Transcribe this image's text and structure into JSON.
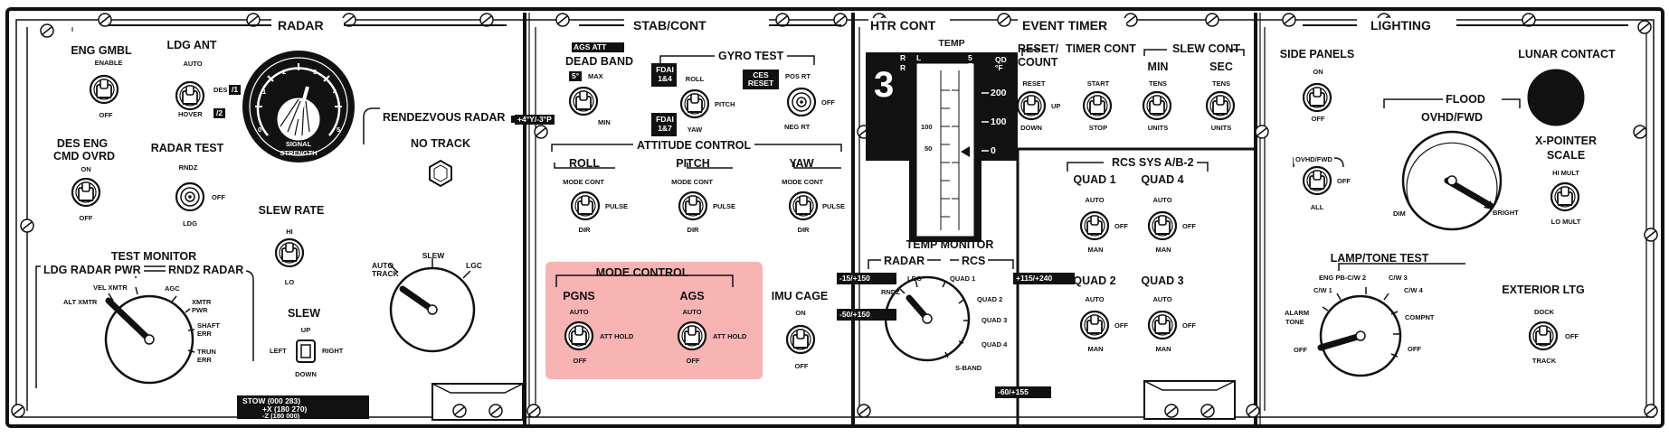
{
  "sections": {
    "radar": "RADAR",
    "stab_cont": "STAB/CONT",
    "htr_cont": "HTR CONT",
    "event_timer": "EVENT TIMER",
    "lighting": "LIGHTING"
  },
  "radar": {
    "eng_gmbl": "ENG GMBL",
    "enable": "ENABLE",
    "off": "OFF",
    "ldg_ant": "LDG ANT",
    "auto": "AUTO",
    "des": "DES",
    "des_num": "/1",
    "hover": "HOVER",
    "hover_num": "/2",
    "des_eng": "DES ENG",
    "cmd_ovrd": "CMD OVRD",
    "on": "ON",
    "radar_test": "RADAR TEST",
    "rndz": "RNDZ",
    "ldg": "LDG",
    "signal": "SIGNAL",
    "strength": "STRENGTH",
    "dial_ticks": [
      "0",
      "1",
      "2",
      "3",
      "4",
      "5"
    ],
    "rendezvous_radar": "RENDEZVOUS RADAR",
    "no_track": "NO TRACK",
    "angle_tag": "+4°Y/-3°P",
    "slew_rate": "SLEW RATE",
    "hi": "HI",
    "lo": "LO",
    "slew": "SLEW",
    "up": "UP",
    "down": "DOWN",
    "left": "LEFT",
    "right": "RIGHT",
    "slew_knob": "SLEW",
    "auto_track": "AUTO TRACK",
    "lgc": "LGC",
    "test_monitor": "TEST MONITOR",
    "ldg_radar_pwr": "LDG RADAR PWR",
    "rndz_radar": "RNDZ RADAR",
    "vel_xmtr": "VEL XMTR",
    "alt_xmtr": "ALT XMTR",
    "agc": "AGC",
    "xmtr_pwr": "XMTR PWR",
    "shaft_err": "SHAFT ERR",
    "trun_err": "TRUN ERR",
    "stow": [
      "STOW (000 283)",
      "+X (180 270)",
      "-Z (180 000)"
    ]
  },
  "stab": {
    "ags_att": "AGS ATT",
    "dead_band": "DEAD BAND",
    "deg5": "5°",
    "max": "MAX",
    "min": "MIN",
    "fdai_top": "FDAI 1&4",
    "fdai_bot": "FDAI 1&7",
    "gyro_test": "GYRO TEST",
    "roll": "ROLL",
    "pitch": "PITCH",
    "yaw": "YAW",
    "ces_reset": "CES RESET",
    "pos_rt": "POS RT",
    "neg_rt": "NEG RT",
    "off": "OFF",
    "attitude_control": "ATTITUDE CONTROL",
    "mode_cont": "MODE CONT",
    "pulse": "PULSE",
    "dir": "DIR",
    "mode_control": "MODE CONTROL",
    "pgns": "PGNS",
    "ags": "AGS",
    "auto": "AUTO",
    "att_hold": "ATT HOLD",
    "imu_cage": "IMU CAGE",
    "on": "ON"
  },
  "htr": {
    "temp": "TEMP",
    "gauge_num": "3",
    "r1": "R",
    "r2": "R",
    "l": "L",
    "scale": [
      "200",
      "100",
      "0"
    ],
    "qd": "QD °F",
    "inner": [
      "100",
      "50"
    ],
    "temp_monitor": "TEMP MONITOR",
    "radar": "RADAR",
    "rcs": "RCS",
    "ldg": "LDG",
    "rndz": "RNDZ",
    "quad1": "QUAD 1",
    "quad2": "QUAD 2",
    "quad3": "QUAD 3",
    "quad4": "QUAD 4",
    "s_band": "S-BAND",
    "tag_a": "-15/+150",
    "tag_b": "-50/+150",
    "tag_c": "+115/+240",
    "tag_d": "-60/+155"
  },
  "timer": {
    "reset_count": [
      "RESET/",
      "COUNT"
    ],
    "timer_cont": "TIMER CONT",
    "slew_cont": "SLEW CONT",
    "min": "MIN",
    "sec": "SEC",
    "reset": "RESET",
    "up": "UP",
    "down": "DOWN",
    "start": "START",
    "stop": "STOP",
    "tens": "TENS",
    "units": "UNITS",
    "rcs_sys": "RCS SYS A/B-2",
    "quad1": "QUAD 1",
    "quad2": "QUAD 2",
    "quad3": "QUAD 3",
    "quad4": "QUAD 4",
    "auto": "AUTO",
    "off": "OFF",
    "man": "MAN"
  },
  "lighting": {
    "side_panels": "SIDE PANELS",
    "on": "ON",
    "off": "OFF",
    "lunar_contact": "LUNAR CONTACT",
    "flood": "FLOOD",
    "ovhd_fwd": "OVHD/FWD",
    "ovhd_fwd_sw": "OVHD/FWD",
    "all": "ALL",
    "dim": "DIM",
    "bright": "BRIGHT",
    "x_pointer": "X-POINTER",
    "scale": "SCALE",
    "hi_mult": "HI MULT",
    "lo_mult": "LO MULT",
    "lamp_tone_test": "LAMP/TONE TEST",
    "eng_pb": "ENG PB-C/W 2",
    "cw1": "C/W 1",
    "cw3": "C/W 3",
    "cw4": "C/W 4",
    "alarm": "ALARM",
    "tone": "TONE",
    "compnt": "COMPNT",
    "exterior_ltg": "EXTERIOR LTG",
    "dock": "DOCK",
    "track": "TRACK"
  },
  "colors": {
    "highlight": "#f7a6a6",
    "ink": "#111111",
    "panel": "#ffffff"
  }
}
